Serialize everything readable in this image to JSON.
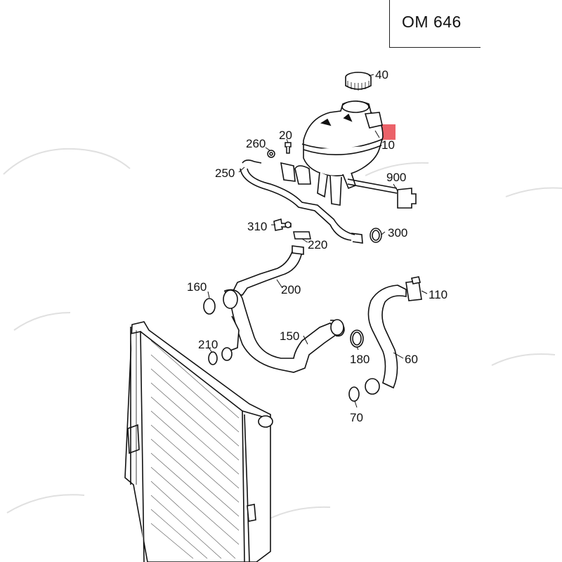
{
  "engine_code": "OM 646",
  "highlight_color": "#e8474f",
  "callouts": [
    {
      "id": "40",
      "label": "40"
    },
    {
      "id": "10",
      "label": "10"
    },
    {
      "id": "260",
      "label": "260"
    },
    {
      "id": "20",
      "label": "20"
    },
    {
      "id": "250",
      "label": "250"
    },
    {
      "id": "900",
      "label": "900"
    },
    {
      "id": "310",
      "label": "310"
    },
    {
      "id": "300",
      "label": "300"
    },
    {
      "id": "220",
      "label": "220"
    },
    {
      "id": "160",
      "label": "160"
    },
    {
      "id": "200",
      "label": "200"
    },
    {
      "id": "110",
      "label": "110"
    },
    {
      "id": "150",
      "label": "150"
    },
    {
      "id": "210",
      "label": "210"
    },
    {
      "id": "180",
      "label": "180"
    },
    {
      "id": "60",
      "label": "60"
    },
    {
      "id": "70",
      "label": "70"
    }
  ]
}
